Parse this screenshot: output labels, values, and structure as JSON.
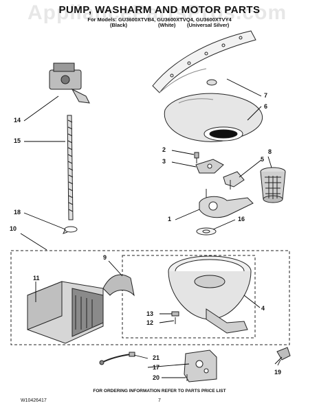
{
  "header": {
    "watermark": "AppliancePartsPros.com",
    "title": "PUMP, WASHARM AND MOTOR PARTS",
    "models_line": "For Models: GU3600XTVB4, GU3600XTVQ4, GU3600XTVY4",
    "color_black": "(Black)",
    "color_white": "(White)",
    "color_silver": "(Universal Silver)"
  },
  "callouts": {
    "c1": "1",
    "c2": "2",
    "c3": "3",
    "c4": "4",
    "c5": "5",
    "c6": "6",
    "c7": "7",
    "c8": "8",
    "c9": "9",
    "c10": "10",
    "c11": "11",
    "c12": "12",
    "c13": "13",
    "c14": "14",
    "c15": "15",
    "c16": "16",
    "c17": "17",
    "c18": "18",
    "c19": "19",
    "c20": "20",
    "c21": "21"
  },
  "footer": {
    "doc_number": "W10426417",
    "ordering_note": "FOR ORDERING INFORMATION REFER TO PARTS PRICE LIST",
    "page_number": "7"
  }
}
